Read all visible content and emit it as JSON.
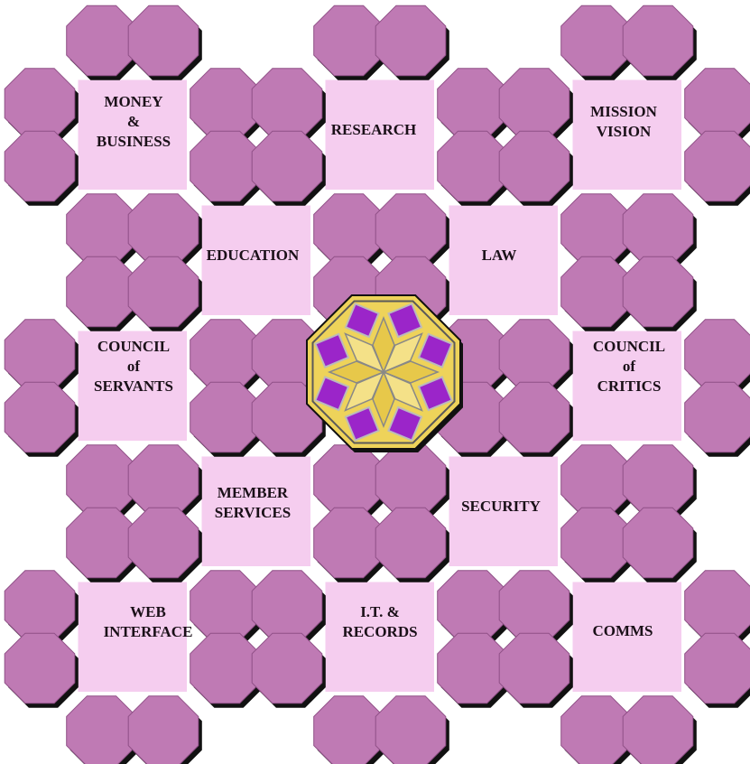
{
  "colors": {
    "background": "#ffffff",
    "pink_field": "#f5cdef",
    "octagon_fill": "#bf7ab4",
    "octagon_shadow": "#111111",
    "text": "#1a1018",
    "emblem_gold": "#eed35a",
    "emblem_purple": "#9b25c9",
    "emblem_border": "#5a5a5a"
  },
  "emblem": {
    "name": "star-emblem-icon"
  },
  "departments": [
    {
      "id": "money-business",
      "lines": [
        "MONEY",
        "&",
        "BUSINESS"
      ]
    },
    {
      "id": "research",
      "lines": [
        "RESEARCH"
      ]
    },
    {
      "id": "mission-vision",
      "lines": [
        "MISSION",
        "VISION"
      ]
    },
    {
      "id": "education",
      "lines": [
        "EDUCATION"
      ]
    },
    {
      "id": "law",
      "lines": [
        "LAW"
      ]
    },
    {
      "id": "council-servants",
      "lines": [
        "COUNCIL",
        "of",
        "SERVANTS"
      ]
    },
    {
      "id": "council-critics",
      "lines": [
        "COUNCIL",
        "of",
        "CRITICS"
      ]
    },
    {
      "id": "member-services",
      "lines": [
        "MEMBER",
        "SERVICES"
      ]
    },
    {
      "id": "security",
      "lines": [
        "SECURITY"
      ]
    },
    {
      "id": "web-interface",
      "lines": [
        "WEB",
        "INTERFACE"
      ]
    },
    {
      "id": "it-records",
      "lines": [
        "I.T. &",
        "RECORDS"
      ]
    },
    {
      "id": "comms",
      "lines": [
        "COMMS"
      ]
    }
  ]
}
